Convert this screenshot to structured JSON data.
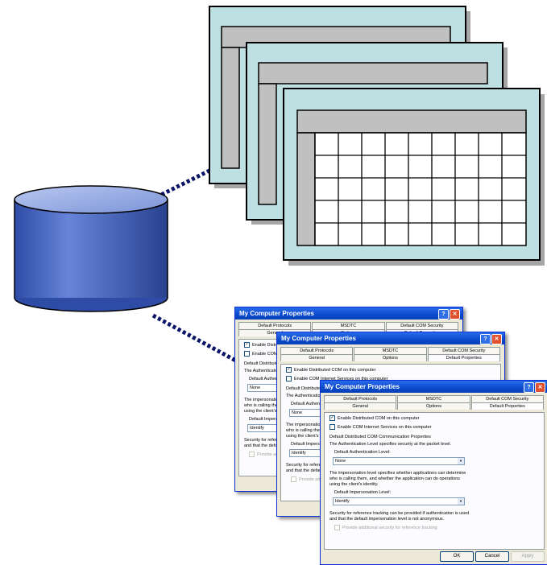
{
  "dialog": {
    "title": "My Computer Properties",
    "help_glyph": "?",
    "close_glyph": "✕",
    "tabs_row1": [
      "Default Protocols",
      "MSDTC",
      "Default COM Security"
    ],
    "tabs_row2": [
      "General",
      "Options",
      "Default Properties"
    ],
    "enable_dcom": "Enable Distributed COM on this computer",
    "enable_com_internet": "Enable COM Internet Services on this computer",
    "group_heading": "Default Distributed COM Communication Properties",
    "auth_description": "The Authentication Level specifies security at the packet level.",
    "auth_label": "Default Authentication Level:",
    "auth_value": "None",
    "imp_description_1": "The impersonation level specifies whether applications can determine",
    "imp_description_2": "who is calling them, and whether the application can do operations",
    "imp_description_3": "using the client's identity.",
    "imp_label": "Default Impersonation Level:",
    "imp_value": "Identify",
    "security_1": "Security for reference tracking can be provided if authentication is used",
    "security_2": "and that the default impersonation level is not anonymous.",
    "additional_security": "Provide additional security for reference tracking",
    "ok": "OK",
    "cancel": "Cancel",
    "apply": "Apply"
  },
  "colors": {
    "sheet": "#BFE0E3",
    "header": "#C0C0C0",
    "cylinder": "#3F5CB3",
    "cylinder_top": "#93A8E0",
    "connector": "#0A1466"
  }
}
